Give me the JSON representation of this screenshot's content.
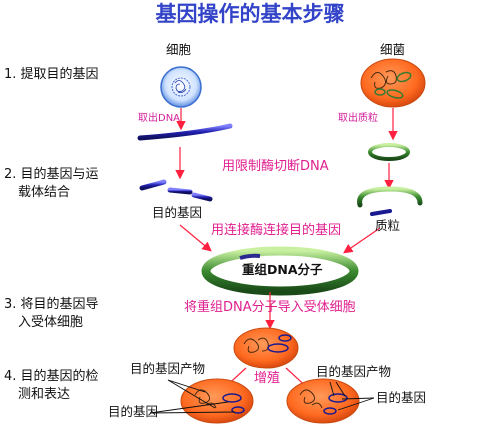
{
  "title": "基因操作的基本步骤",
  "steps": [
    "1. 提取目的基因",
    "2. 目的基因与运",
    "载体结合",
    "3. 将目的基因导",
    "入受体细胞",
    "4. 目的基因的检",
    "测和表达"
  ],
  "labels": {
    "cell_left": "细胞",
    "cell_right": "细菌",
    "extract_dna": "取出DNA",
    "extract_plasmid": "取出质粒",
    "restriction_enzyme": "用限制酶切断DNA",
    "target_gene_1": "目的基因",
    "plasmid": "质粒",
    "ligase": "用连接酶连接目的基因",
    "recombinant_dna": "重组DNA分子",
    "introduce": "将重组DNA分子导入受体细胞",
    "gene_product_left": "目的基因产物",
    "gene_product_right": "目的基因产物",
    "proliferate": "增殖",
    "target_gene_left": "目的基因",
    "target_gene_right": "目的基因"
  }
}
